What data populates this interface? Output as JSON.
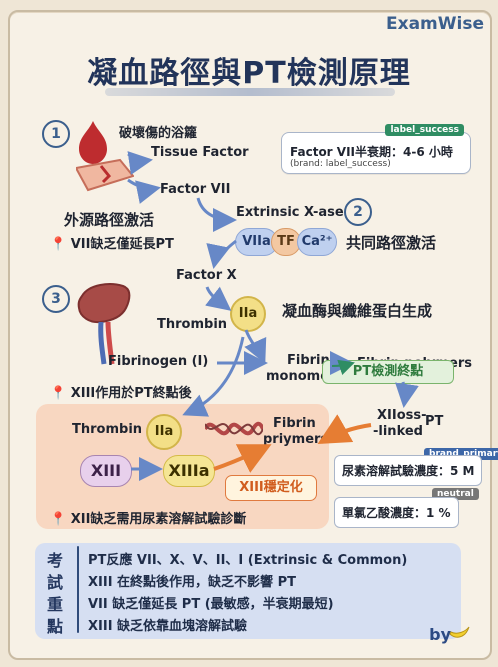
{
  "brand": "ExamWise",
  "title": "凝血路徑與PT檢測原理",
  "steps": [
    "1",
    "2",
    "3"
  ],
  "top": {
    "damage_label": "破壞傷的浴籮",
    "tissue_factor": "Tissue Factor",
    "factor_vii": "Factor VII",
    "extrinsic_activation": "外源路徑激活",
    "pin_vii": "VII缺乏僅延長PT",
    "extrinsic_xase": "Extrinsic X-ase",
    "vii_a": "VIIa",
    "tf": "TF",
    "ca": "Ca²⁺",
    "common_activation": "共同路徑激活"
  },
  "info_box": {
    "tag": "label_success",
    "main": "Factor VII半衰期：4-6 小時",
    "sub": "(brand: label_success)"
  },
  "middle": {
    "factor_x": "Factor X",
    "thrombin": "Thrombin",
    "iia": "IIa",
    "thrombin_fibrinogen": "凝血酶與纖維蛋白生成",
    "fibrinogen": "Fibrinogen (I)",
    "fibrin_monomers_1": "Fibrin",
    "fibrin_monomers_2": "monomers",
    "fibrin_polymers": "Fibrin polymers",
    "pt_end": "PT檢測終點",
    "pin_xiii": "XIII作用於PT終點後"
  },
  "bottom": {
    "thrombin": "Thrombin",
    "iia": "IIa",
    "fibrin_polymers_1": "Fibrin",
    "fibrin_polymers_2": "priymers",
    "xiii": "XIII",
    "xiiia": "XIIIa",
    "stabilize": "XIII穩定化",
    "xiii_cross1": "XIIoss-",
    "xiii_cross2": "-linked",
    "pt": "PT",
    "pin_bottom": "XII缺乏需用尿素溶解試驗診斷"
  },
  "badges": {
    "brand_primary": "brand_primary",
    "neutral": "neutral"
  },
  "mini_boxes": {
    "urea": "尿素溶解試驗濃度：5 M",
    "monochloro": "單氯乙酸濃度：1 %"
  },
  "summary": {
    "side": [
      "考",
      "試",
      "重",
      "點"
    ],
    "lines": [
      "PT反應 VII、X、V、II、I (Extrinsic & Common)",
      "XIII 在終點後作用，缺乏不影響 PT",
      "VII 缺乏僅延長 PT (最敏感，半衰期最短)",
      "XIII 缺乏依靠血塊溶解試驗"
    ]
  },
  "footer": "by",
  "colors": {
    "primary": "#3b5f8d",
    "summary_bg": "#d6dff2",
    "peach": "#f8d5bf",
    "green": "#2f8d63"
  }
}
